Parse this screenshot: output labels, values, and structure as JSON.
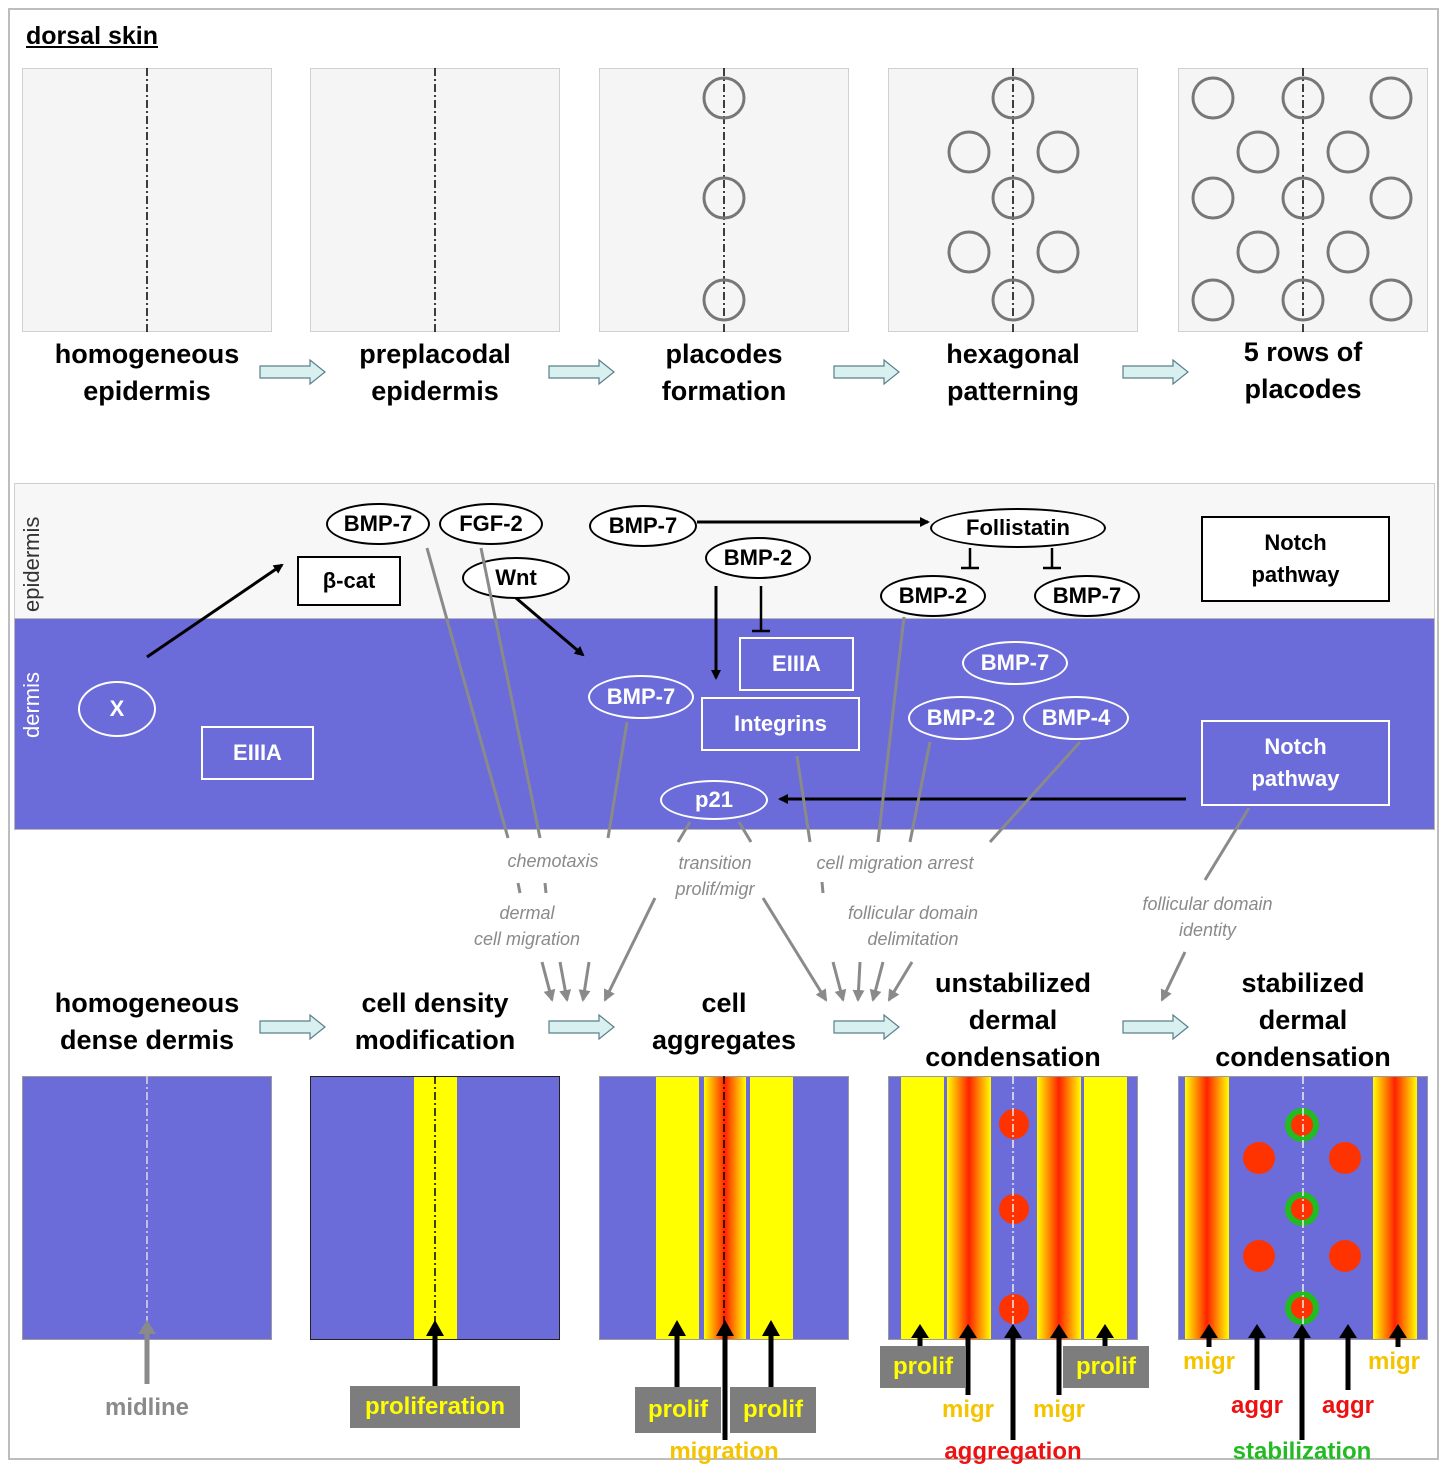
{
  "title": "dorsal skin",
  "top_stages": [
    {
      "line1": "homogeneous",
      "line2": "epidermis"
    },
    {
      "line1": "preplacodal",
      "line2": "epidermis"
    },
    {
      "line1": "placodes",
      "line2": "formation"
    },
    {
      "line1": "hexagonal",
      "line2": "patterning"
    },
    {
      "line1": "5 rows of",
      "line2": "placodes"
    }
  ],
  "layers": {
    "epidermis": "epidermis",
    "dermis": "dermis"
  },
  "epidermis_nodes": {
    "bmp7_a": "BMP-7",
    "fgf2": "FGF-2",
    "bcat": "β-cat",
    "wnt": "Wnt",
    "bmp7_b": "BMP-7",
    "bmp2_a": "BMP-2",
    "follistatin": "Follistatin",
    "bmp2_b": "BMP-2",
    "bmp7_c": "BMP-7",
    "notch_line1": "Notch",
    "notch_line2": "pathway"
  },
  "dermis_nodes": {
    "x": "X",
    "eiiia_a": "EIIIA",
    "eiiia_b": "EIIIA",
    "bmp7_d": "BMP-7",
    "integrins": "Integrins",
    "bmp7_e": "BMP-7",
    "bmp2_c": "BMP-2",
    "bmp4": "BMP-4",
    "p21": "p21",
    "notch_line1": "Notch",
    "notch_line2": "pathway"
  },
  "processes": {
    "chemotaxis": "chemotaxis",
    "transition_1": "transition",
    "transition_2": "prolif/migr",
    "arrest": "cell migration arrest",
    "dermal_1": "dermal",
    "dermal_2": "cell migration",
    "delim_1": "follicular domain",
    "delim_2": "delimitation",
    "identity_1": "follicular domain",
    "identity_2": "identity"
  },
  "bottom_stages": [
    {
      "line1": "homogeneous",
      "line2": "dense dermis"
    },
    {
      "line1": "cell density",
      "line2": "modification"
    },
    {
      "line1": "cell",
      "line2": "aggregates"
    },
    {
      "line1": "unstabilized",
      "line2": "dermal",
      "line3": "condensation"
    },
    {
      "line1": "stabilized",
      "line2": "dermal",
      "line3": "condensation"
    }
  ],
  "bottom_labels": {
    "midline": "midline",
    "proliferation": "proliferation",
    "prolif": "prolif",
    "migration": "migration",
    "migr": "migr",
    "aggregation": "aggregation",
    "aggr": "aggr",
    "stabilization": "stabilization"
  },
  "colors": {
    "dermis": "#6b6bd9",
    "yellow": "#ffff00",
    "red": "#ff3300",
    "green": "#22bb22",
    "arrow_fill": "#d8f0f0",
    "grey_line": "#8a8a8a"
  }
}
